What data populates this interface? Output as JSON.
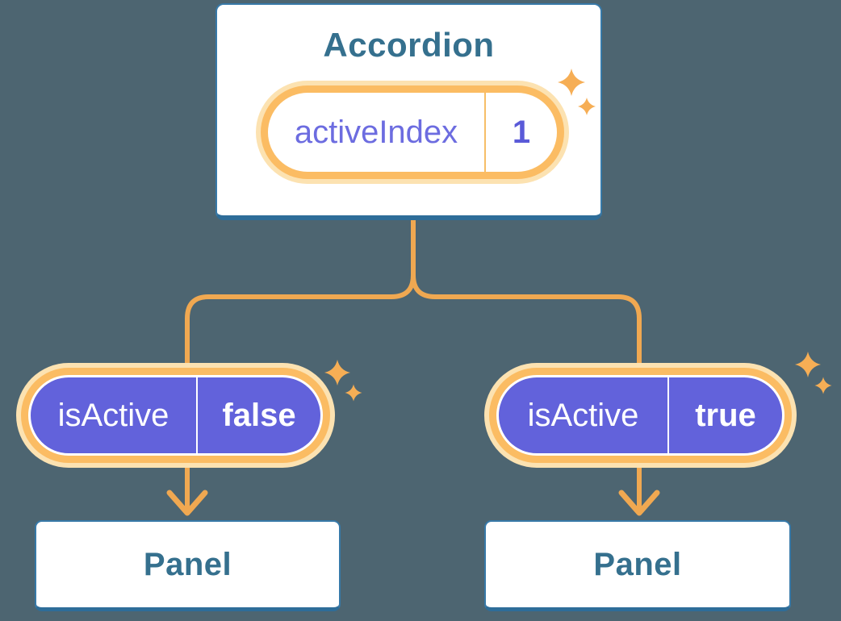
{
  "diagram": {
    "description": "React lifting-state-up tree: Accordion parent holding activeIndex state, passing isActive props to two Panel children",
    "accordion": {
      "title": "Accordion",
      "state": {
        "name": "activeIndex",
        "value": "1"
      }
    },
    "panels": [
      {
        "prop": {
          "name": "isActive",
          "value": "false"
        },
        "label": "Panel"
      },
      {
        "prop": {
          "name": "isActive",
          "value": "true"
        },
        "label": "Panel"
      }
    ],
    "icons": [
      "sparkle-icon",
      "arrow-down-icon"
    ],
    "palette": {
      "background": "#4D6571",
      "card_background": "#FFFFFF",
      "card_border": "#3779A8",
      "card_border_bottom": "#2E6D99",
      "heading_text": "#35708E",
      "state_name_text": "#6C6CE0",
      "state_value_text": "#5A5AD8",
      "prop_pill_background": "#6262DB",
      "prop_pill_text": "#FFFFFF",
      "pill_ring": "#FBBC63",
      "pill_halo": "#FCE2B1",
      "pill_divider_orange": "#F6BE68",
      "connector_line": "#F0A851",
      "sparkle": "#F6AE55"
    }
  }
}
